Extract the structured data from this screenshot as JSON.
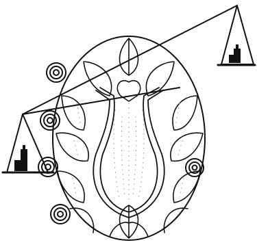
{
  "diagram": {
    "colors": {
      "line": "#111111",
      "background": "#ffffff",
      "stipple": "#b9a58a",
      "fill": "#111111"
    },
    "components": {
      "left_scale_pan": "triangular-pan-with-weight",
      "right_scale_pan": "triangular-pan-with-weight",
      "spiral_markers": 5,
      "central_oval": "oval-with-lobed-pattern"
    }
  }
}
